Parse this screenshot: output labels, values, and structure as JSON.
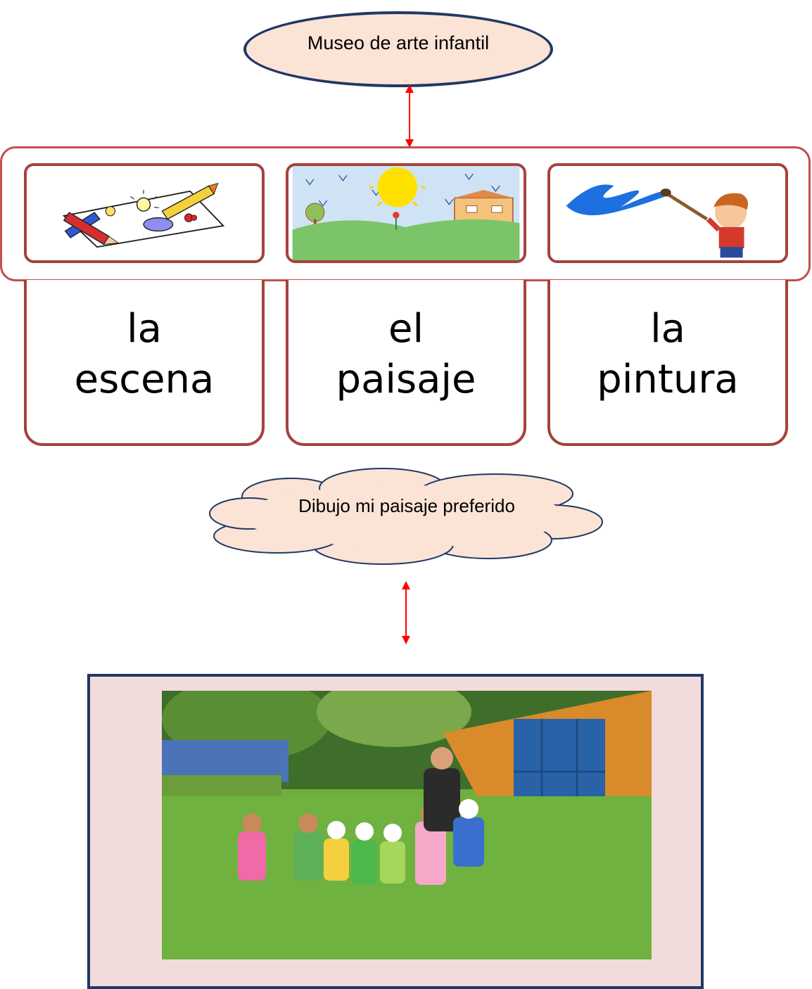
{
  "top_node": {
    "label": "Museo de arte infantil"
  },
  "cards": [
    {
      "icon": "crayon-drawing-icon",
      "line1": "la",
      "line2": "escena"
    },
    {
      "icon": "landscape-drawing-icon",
      "line1": "el",
      "line2": "paisaje"
    },
    {
      "icon": "child-painting-icon",
      "line1": "la",
      "line2": "pintura"
    }
  ],
  "cloud_node": {
    "label": "Dibujo mi paisaje preferido"
  },
  "colors": {
    "oval_fill": "#fbe3d6",
    "oval_border": "#203864",
    "card_border": "#a5423f",
    "arrow": "#ff0000",
    "photo_frame_fill": "#f2dcdb"
  }
}
